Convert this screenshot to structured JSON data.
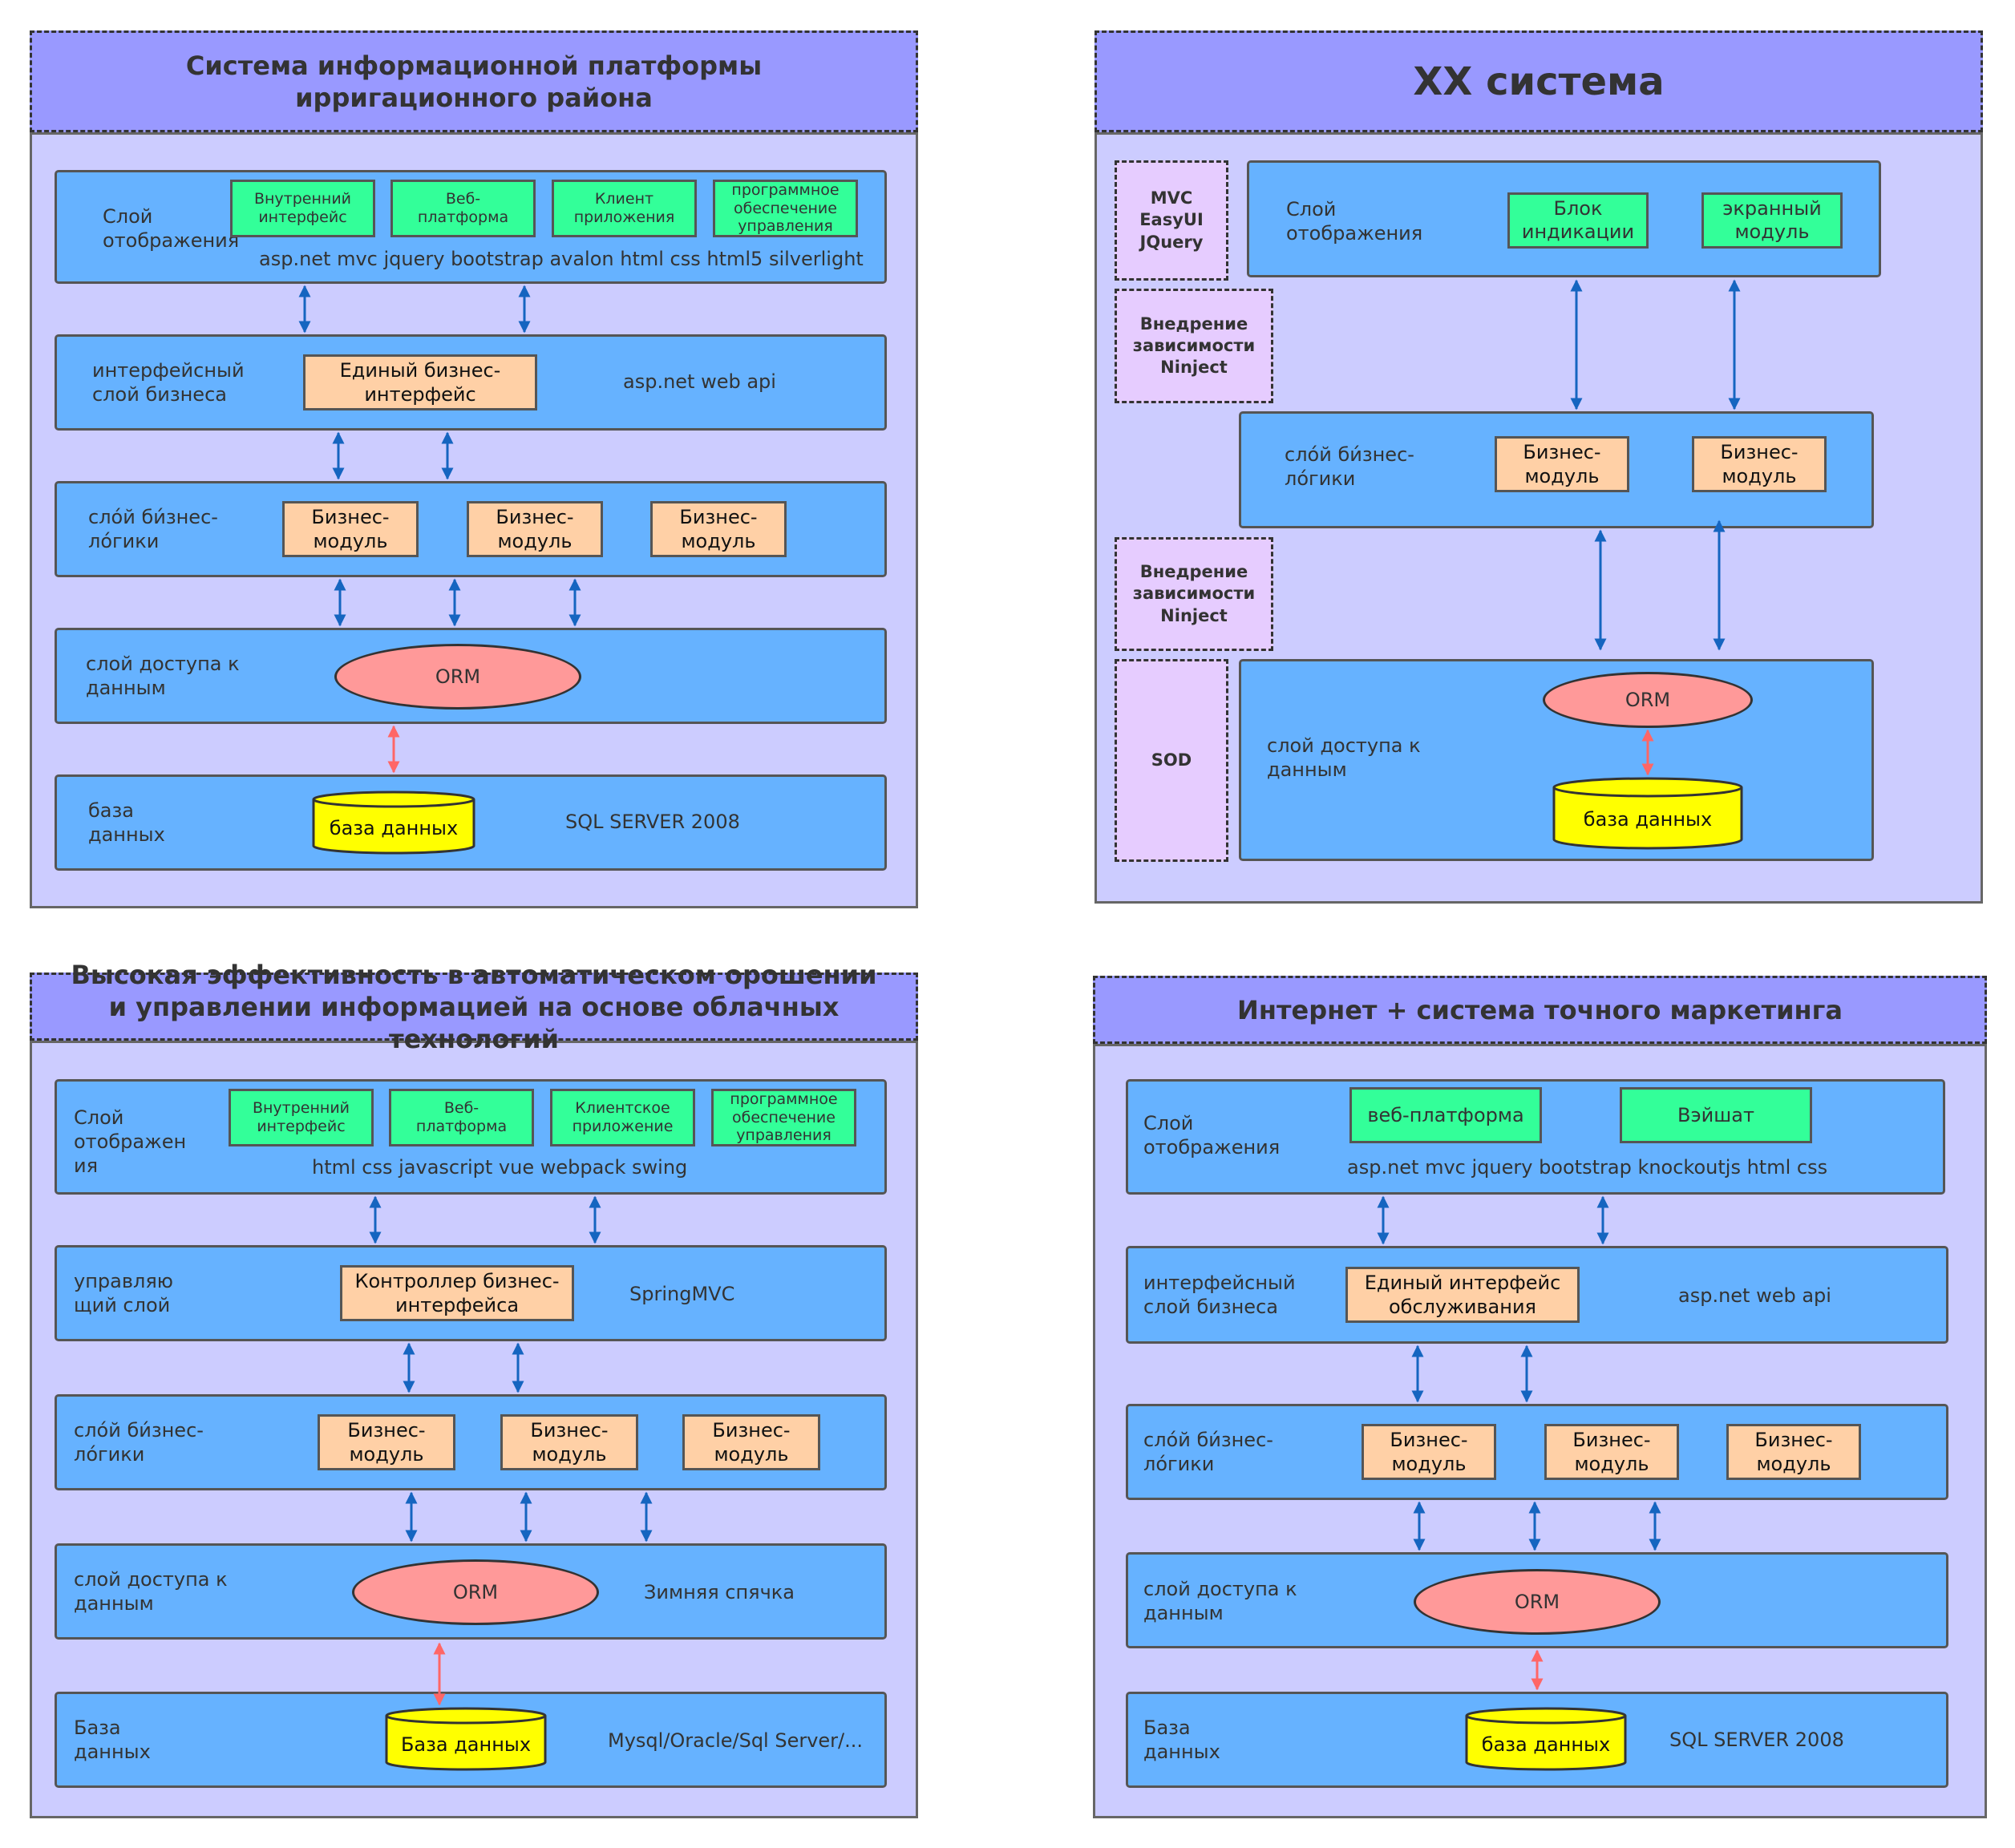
{
  "colors": {
    "panel": "#ccccff",
    "title_bar": "#9999ff",
    "layer": "#66b2ff",
    "ui_module": "#33ff99",
    "business_module": "#ffd0a6",
    "orm": "#ff9999",
    "database": "#ffff00",
    "plugin": "#e6ccff",
    "arrow_blue": "#1565c0",
    "arrow_red": "#ff6666"
  },
  "d1": {
    "title": "Система информационной платформы ирригационного района",
    "display": {
      "label": "Слой\nотображения",
      "tech": "asp.net mvc  jquery bootstrap avalon html css html5 silverlight",
      "modules": [
        "Внутренний\nинтерфейс",
        "Веб-\nплатформа",
        "Клиент\nприложения",
        "программное\nобеспечение\nуправления"
      ]
    },
    "interface": {
      "label": "интерфейсный\nслой бизнеса",
      "box": "Единый бизнес-\nинтерфейс",
      "tech": "asp.net web api"
    },
    "logic": {
      "label": "сло́й би́знес-\nло́гики",
      "modules": [
        "Бизнес-\nмодуль",
        "Бизнес-\nмодуль",
        "Бизнес-\nмодуль"
      ]
    },
    "data_access": {
      "label": "слой доступа к\nданным",
      "orm": "ORM"
    },
    "database": {
      "label": "база\nданных",
      "cylinder": "база данных",
      "tech": "SQL SERVER 2008"
    }
  },
  "d2": {
    "title": "XX система",
    "side": [
      "MVC\nEasyUI\nJQuery",
      "Внедрение\nзависимости\nNinject",
      "Внедрение\nзависимости\nNinject",
      "SOD"
    ],
    "display": {
      "label": "Слой\nотображения",
      "modules": [
        "Блок\nиндикации",
        "экранный\nмодуль"
      ]
    },
    "logic": {
      "label": "сло́й би́знес-\nло́гики",
      "modules": [
        "Бизнес-\nмодуль",
        "Бизнес-\nмодуль"
      ]
    },
    "data_access": {
      "label": "слой доступа к\nданным",
      "orm": "ORM",
      "cylinder": "база данных"
    }
  },
  "d3": {
    "title": "Высокая эффективность в автоматическом орошении и управлении информацией на основе облачных технологий",
    "display": {
      "label": "Слой\nотображен\nия",
      "tech": "html css javascript vue webpack swing",
      "modules": [
        "Внутренний\nинтерфейс",
        "Веб-\nплатформа",
        "Клиентское\nприложение",
        "программное\nобеспечение\nуправления"
      ]
    },
    "control": {
      "label": "управляю\nщий слой",
      "box": "Контроллер бизнес-\nинтерфейса",
      "tech": "SpringMVC"
    },
    "logic": {
      "label": "сло́й би́знес-\nло́гики",
      "modules": [
        "Бизнес-\nмодуль",
        "Бизнес-\nмодуль",
        "Бизнес-\nмодуль"
      ]
    },
    "data_access": {
      "label": "слой доступа к\nданным",
      "orm": "ORM",
      "tech": "Зимняя спячка"
    },
    "database": {
      "label": "База\nданных",
      "cylinder": "База данных",
      "tech": "Mysql/Oracle/Sql Server/..."
    }
  },
  "d4": {
    "title": "Интернет + система точного маркетинга",
    "display": {
      "label": "Слой\nотображения",
      "tech": "asp.net mvc  jquery bootstrap knockoutjs html css",
      "modules": [
        "веб-платформа",
        "Вэйшат"
      ]
    },
    "interface": {
      "label": "интерфейсный\nслой бизнеса",
      "box": "Единый интерфейс\nобслуживания",
      "tech": "asp.net web api"
    },
    "logic": {
      "label": "сло́й би́знес-\nло́гики",
      "modules": [
        "Бизнес-\nмодуль",
        "Бизнес-\nмодуль",
        "Бизнес-\nмодуль"
      ]
    },
    "data_access": {
      "label": "слой доступа к\nданным",
      "orm": "ORM"
    },
    "database": {
      "label": "База\nданных",
      "cylinder": "база данных",
      "tech": "SQL SERVER 2008"
    }
  }
}
